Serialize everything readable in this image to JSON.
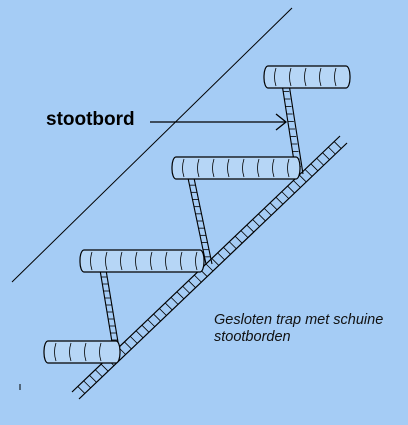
{
  "diagram": {
    "label": "stootbord",
    "caption_line1": "Gesloten trap met schuine",
    "caption_line2": "stootborden"
  },
  "colors": {
    "background": "#a5ccf5",
    "line": "#000000",
    "board_fill": "#b6d6f6"
  },
  "icons": {
    "arrow": "arrow-right-icon"
  }
}
